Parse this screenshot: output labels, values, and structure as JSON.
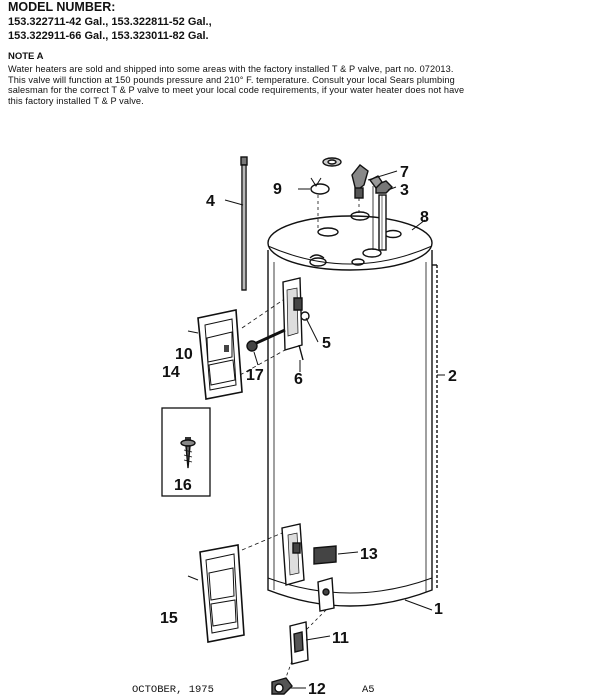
{
  "header": {
    "title": "MODEL NUMBER:",
    "models_line1": "153.322711-42 Gal., 153.322811-52 Gal.,",
    "models_line2": "153.322911-66 Gal., 153.323011-82 Gal.",
    "note_title": "NOTE A",
    "note_line1": "Water heaters are sold and shipped into some areas with the factory installed T & P valve, part no. 072013.",
    "note_line2": "This valve will function at 150 pounds pressure and 210° F. temperature.  Consult your local Sears plumbing",
    "note_line3": "salesman for the correct T & P valve to meet your local code requirements, if your water heater does not have",
    "note_line4": "this factory installed T & P valve."
  },
  "callouts": {
    "c1": "1",
    "c2": "2",
    "c3": "3",
    "c4": "4",
    "c5": "5",
    "c6": "6",
    "c7": "7",
    "c8": "8",
    "c9": "9",
    "c10": "10",
    "c11": "11",
    "c12": "12",
    "c13": "13",
    "c14": "14",
    "c15": "15",
    "c16": "16",
    "c17": "17"
  },
  "footer": {
    "date": "OCTOBER, 1975",
    "page": "A5"
  }
}
